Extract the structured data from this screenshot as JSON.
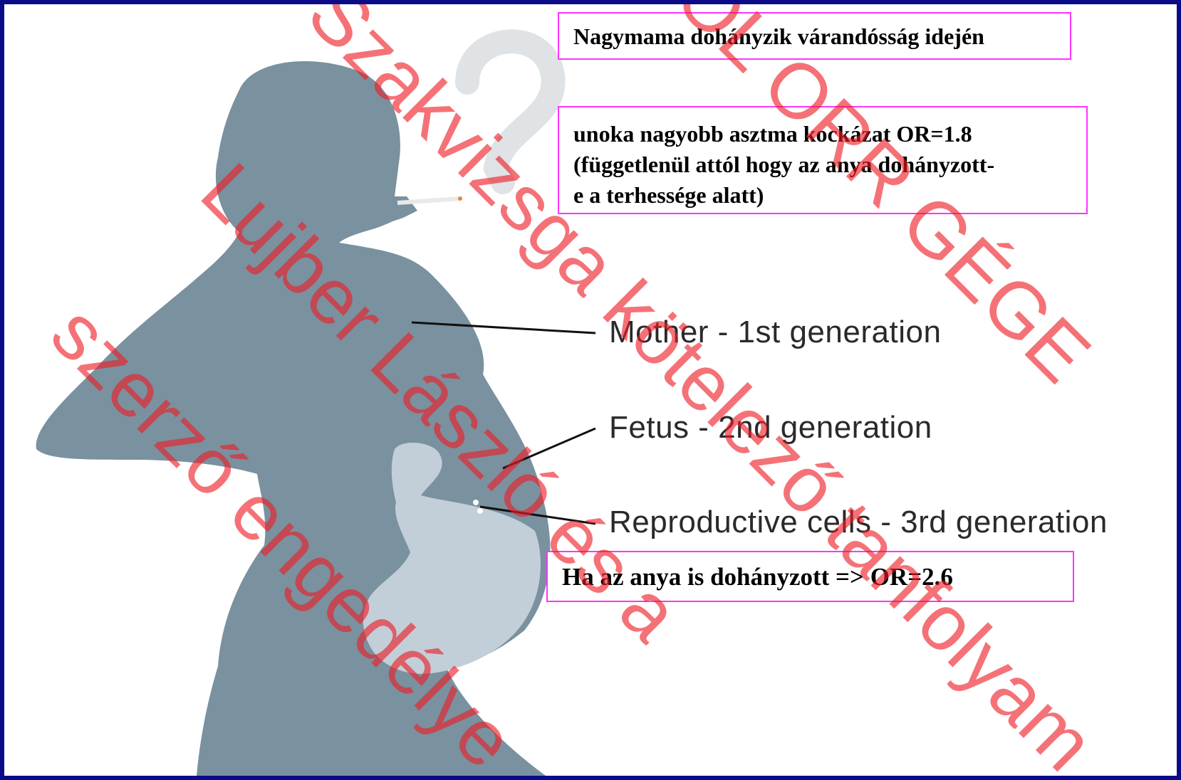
{
  "info_boxes": {
    "top": "Nagymama dohányzik várandósság idején",
    "middle_line1_text": "unoka nagyobb asztma kockázat ",
    "middle_line1_or": "OR=1.8",
    "middle_line2": "(függetlenül attól hogy az anya dohányzott-",
    "middle_line3": "e a terhessége alatt)",
    "bottom_text": "Ha az anya is dohányzott => ",
    "bottom_or": "OR=2.6"
  },
  "diagram_labels": {
    "mother": "Mother - 1st generation",
    "fetus": "Fetus - 2nd generation",
    "reproductive": "Reproductive cells - 3rd generation"
  },
  "watermark": {
    "line1": "Szakvizsga kötelező tanfolyam",
    "line2": "Lujber László és a",
    "line3": "szerző engedélye",
    "line4": "ROL ORR GÉGE"
  },
  "colors": {
    "silhouette": "#7a919f",
    "womb": "#c2cfd8",
    "box_border": "#ff33ff",
    "frame": "#0b0b8a",
    "watermark": "#ee1c25"
  }
}
